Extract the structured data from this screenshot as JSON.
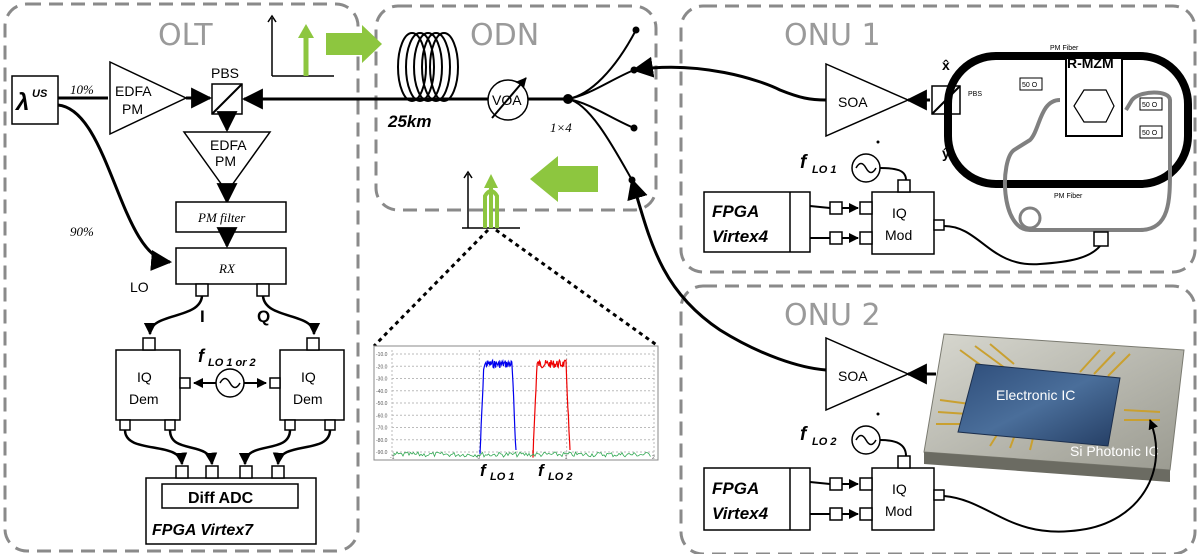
{
  "regions": {
    "olt": "OLT",
    "odn": "ODN",
    "onu1": "ONU 1",
    "onu2": "ONU 2"
  },
  "olt": {
    "laser_lambda": "λ",
    "laser_sup": "US",
    "split_10": "10%",
    "split_90": "90%",
    "edfa_top": [
      "EDFA",
      "PM"
    ],
    "pbs": "PBS",
    "edfa_mid": [
      "EDFA",
      "PM"
    ],
    "pm_filter": "PM filter",
    "rx": "RX",
    "lo": "LO",
    "port_i": "I",
    "port_q": "Q",
    "iq_dem_left": [
      "IQ",
      "Dem"
    ],
    "iq_dem_right": [
      "IQ",
      "Dem"
    ],
    "flo_main": "f",
    "flo_sub": "LO 1 or 2",
    "diff_adc": "Diff ADC",
    "fpga": "FPGA Virtex7"
  },
  "odn": {
    "fiber_len": "25km",
    "voa": "VOA",
    "splitter": "1×4"
  },
  "spectrum": {
    "flo1_main": "f",
    "flo1_sub": "LO 1",
    "flo2_main": "f",
    "flo2_sub": "LO 2",
    "y_ticks": [
      "-10.0",
      "-20.0",
      "-30.0",
      "-40.0",
      "-50.0",
      "-60.0",
      "-70.0",
      "-80.0",
      "-90.0"
    ],
    "x_ticks": [
      "-1",
      "0",
      "1",
      "2"
    ],
    "colors": {
      "left_band": "#0000ee",
      "right_band": "#ee0000"
    }
  },
  "onu1": {
    "soa": "SOA",
    "x_hat": "x̂",
    "y_hat": "ŷ",
    "pbs_letters": "PBS",
    "rmzm": "R-MZM",
    "pm_fiber_top": "PM Fiber",
    "pm_fiber_bottom": "PM Fiber",
    "term": [
      "50 O",
      "50 O",
      "50 O"
    ],
    "flo_main": "f",
    "flo_sub": "LO 1",
    "fpga": [
      "FPGA",
      "Virtex4"
    ],
    "iq_mod": [
      "IQ",
      "Mod"
    ]
  },
  "onu2": {
    "soa": "SOA",
    "electronic_ic": "Electronic IC",
    "si_photonic_ic": "Si Photonic IC",
    "flo_main": "f",
    "flo_sub": "LO 2",
    "fpga": [
      "FPGA",
      "Virtex4"
    ],
    "iq_mod": [
      "IQ",
      "Mod"
    ]
  },
  "colors": {
    "arrow_green": "#8dc63f",
    "region_border": "#8a8a8a",
    "loop_gray": "#808080"
  }
}
